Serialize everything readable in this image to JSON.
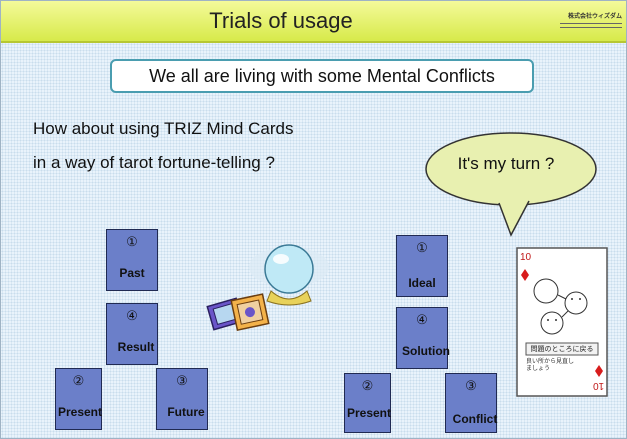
{
  "title": "Trials of usage",
  "logo": {
    "text": "株式会社ウィズダム"
  },
  "banner": "We all are living with some Mental Conflicts",
  "question": {
    "line1": "How about using TRIZ Mind Cards",
    "line2": "in a way of tarot fortune-telling ?"
  },
  "bubble": "It's my turn ?",
  "left_cards": [
    {
      "num": "①",
      "label": "Past"
    },
    {
      "num": "④",
      "label": "Result"
    },
    {
      "num": "②",
      "label": "Present"
    },
    {
      "num": "③",
      "label": "Future"
    }
  ],
  "right_cards": [
    {
      "num": "①",
      "label": "Ideal"
    },
    {
      "num": "④",
      "label": "Solution"
    },
    {
      "num": "②",
      "label": "Present"
    },
    {
      "num": "③",
      "label": "Conflict"
    }
  ],
  "tarot_card": {
    "rank": "10",
    "caption": "問題のところに戻る",
    "body": "良い所から見直しましょう"
  },
  "colors": {
    "title_bar": "#d7ea4a",
    "card_fill": "#6b7fc9",
    "banner_border": "#4a9db0",
    "bubble_fill": "#e8f0b0"
  }
}
